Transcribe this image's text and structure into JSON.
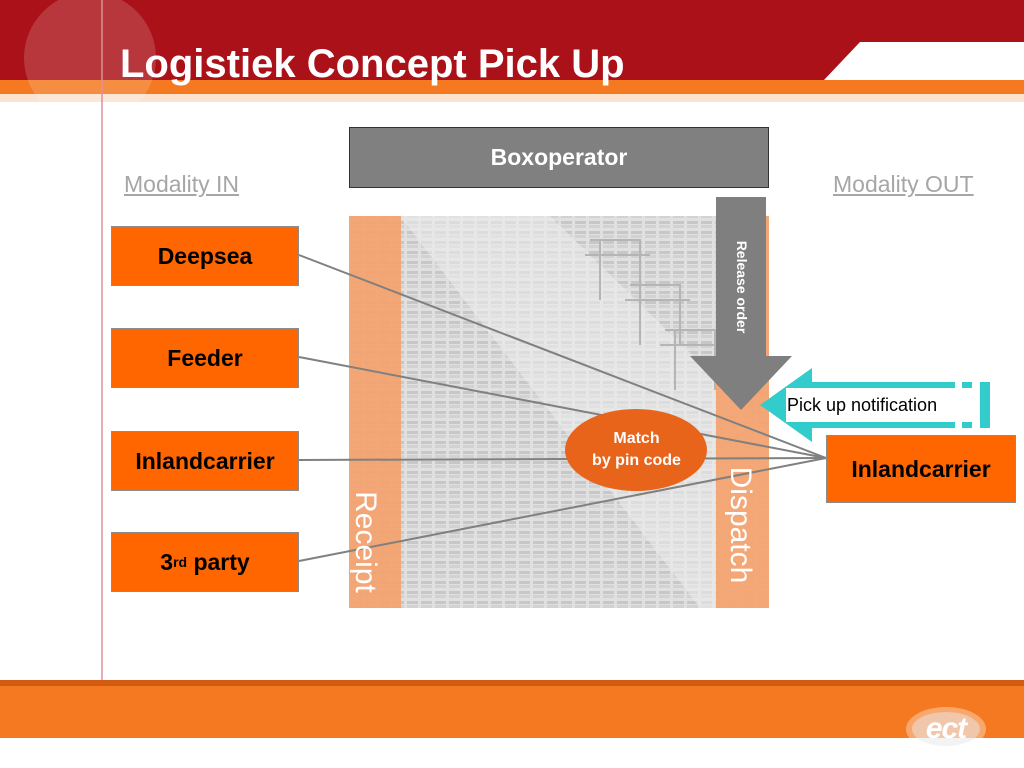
{
  "slide": {
    "title": "Logistiek Concept Pick Up",
    "modality_in": "Modality IN",
    "modality_out": "Modality OUT"
  },
  "boxoperator": "Boxoperator",
  "sources": [
    {
      "label": "Deepsea"
    },
    {
      "label": "Feeder"
    },
    {
      "label": "Inlandcarrier"
    },
    {
      "prefix": "3",
      "sup": "rd",
      "suffix": " party"
    }
  ],
  "destination": "Inlandcarrier",
  "terminal": {
    "receipt": "Receipt",
    "dispatch": "Dispatch",
    "release_order": "Release order",
    "match_line1": "Match",
    "match_line2": "by pin code",
    "pickup_notification": "Pick up notification"
  },
  "logo": "ect",
  "colors": {
    "header_red": "#ab1118",
    "orange": "#ff6600",
    "pale_orange": "#f5a06a",
    "teal": "#33cccc",
    "grey": "#808080",
    "match_orange": "#e8641b"
  }
}
